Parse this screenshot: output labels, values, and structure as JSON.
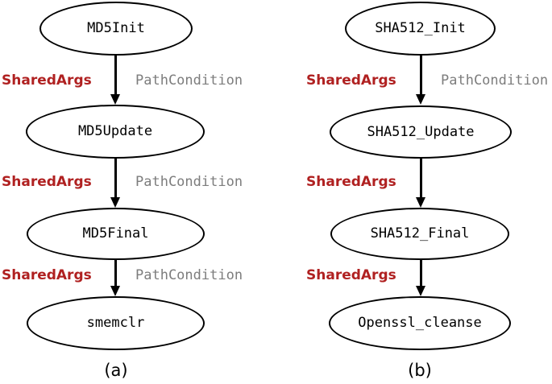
{
  "figure": {
    "caption_a": "(a)",
    "caption_b": "(b)",
    "colors": {
      "shared_args": "#b02121",
      "path_condition": "#7d7d7d",
      "node_stroke": "#000000",
      "background": "#ffffff"
    }
  },
  "panel_a": {
    "caption": "(a)",
    "nodes": [
      {
        "id": "md5init",
        "label": "MD5Init"
      },
      {
        "id": "md5update",
        "label": "MD5Update"
      },
      {
        "id": "md5final",
        "label": "MD5Final"
      },
      {
        "id": "smemclr",
        "label": "smemclr"
      }
    ],
    "edges": [
      {
        "from": "md5init",
        "to": "md5update",
        "left_label": "SharedArgs",
        "right_label": "PathCondition"
      },
      {
        "from": "md5update",
        "to": "md5final",
        "left_label": "SharedArgs",
        "right_label": "PathCondition"
      },
      {
        "from": "md5final",
        "to": "smemclr",
        "left_label": "SharedArgs",
        "right_label": "PathCondition"
      }
    ]
  },
  "panel_b": {
    "caption": "(b)",
    "nodes": [
      {
        "id": "sha512init",
        "label": "SHA512_Init"
      },
      {
        "id": "sha512update",
        "label": "SHA512_Update"
      },
      {
        "id": "sha512final",
        "label": "SHA512_Final"
      },
      {
        "id": "openssl_cleanse",
        "label": "Openssl_cleanse"
      }
    ],
    "edges": [
      {
        "from": "sha512init",
        "to": "sha512update",
        "left_label": "SharedArgs",
        "right_label": "PathCondition"
      },
      {
        "from": "sha512update",
        "to": "sha512final",
        "left_label": "SharedArgs",
        "right_label": ""
      },
      {
        "from": "sha512final",
        "to": "openssl_cleanse",
        "left_label": "SharedArgs",
        "right_label": ""
      }
    ]
  }
}
